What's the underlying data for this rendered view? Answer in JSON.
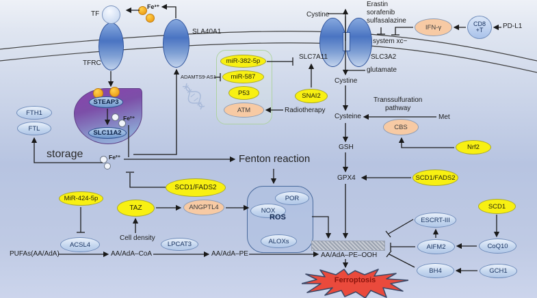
{
  "iron": {
    "tf": "TF",
    "fe3": "Fe³⁺",
    "tfrc": "TFRC",
    "sla40a1": "SLA40A1",
    "steap3": "STEAP3",
    "slc11a2": "SLC11A2",
    "fe2_endosome": "Fe²⁺",
    "fe2_pool": "Fe²⁺",
    "fth1": "FTH1",
    "ftl": "FTL",
    "storage_label": "storage",
    "fenton_label": "Fenton reaction"
  },
  "mir_cluster": {
    "adamts9_as1": "ADAMTS9-AS1",
    "mir_382_5p": "miR-382-5p",
    "mir_587": "miR-587",
    "p53": "P53",
    "atm": "ATM",
    "radiotherapy": "Radiotherapy",
    "snai2": "SNAI2"
  },
  "system_xc": {
    "cystine_extracellular": "Cystine",
    "inhibitors": [
      "Erastin",
      "sorafenib",
      "sulfasalazine"
    ],
    "label": "system xc−",
    "slc7a11": "SLC7A11",
    "slc3a2": "SLC3A2",
    "glutamate": "glutamate",
    "cystine_intracellular": "Cystine",
    "ifn_gamma": "IFN-γ",
    "cd8_line1": "CD8",
    "cd8_line2": "+T",
    "pd_l1": "PD-L1"
  },
  "gsh_axis": {
    "cysteine": "Cysteine",
    "transsulfuration_line1": "Transsulfuration",
    "transsulfuration_line2": "pathway",
    "met": "Met",
    "cbs": "CBS",
    "nrf2": "Nrf2",
    "gsh": "GSH",
    "gpx4": "GPX4",
    "scd1_fads2": "SCD1/FADS2"
  },
  "lipid_axis": {
    "mir_424_5p": "MiR-424-5p",
    "acsl4": "ACSL4",
    "pufas": "PUFAs(AA/AdA)",
    "aa_ada_coa": "AA/AdA–CoA",
    "lpcat3": "LPCAT3",
    "aa_ada_pe": "AA/AdA–PE",
    "taz": "TAZ",
    "cell_density": "Cell density",
    "angptl4": "ANGPTL4",
    "scd1_fads2": "SCD1/FADS2",
    "aa_ada_pe_ooh": "AA/AdA–PE–OOH"
  },
  "ros": {
    "ros": "ROS",
    "nox": "NOX",
    "por": "POR",
    "aloxs": "ALOXs"
  },
  "defense": {
    "escrt_iii": "ESCRT-III",
    "aifm2": "AIFM2",
    "bh4": "BH4",
    "scd1": "SCD1",
    "coq10": "CoQ10",
    "gch1": "GCH1"
  },
  "outcome": {
    "ferroptosis": "Ferroptosis"
  },
  "colors": {
    "yellow_node": "#f8f012",
    "salmon_node": "#f7caa4",
    "blue_node": "#c2d5ee",
    "endosome_purple": "#8a43ae",
    "ferroptosis_red": "#ea4a3c"
  }
}
